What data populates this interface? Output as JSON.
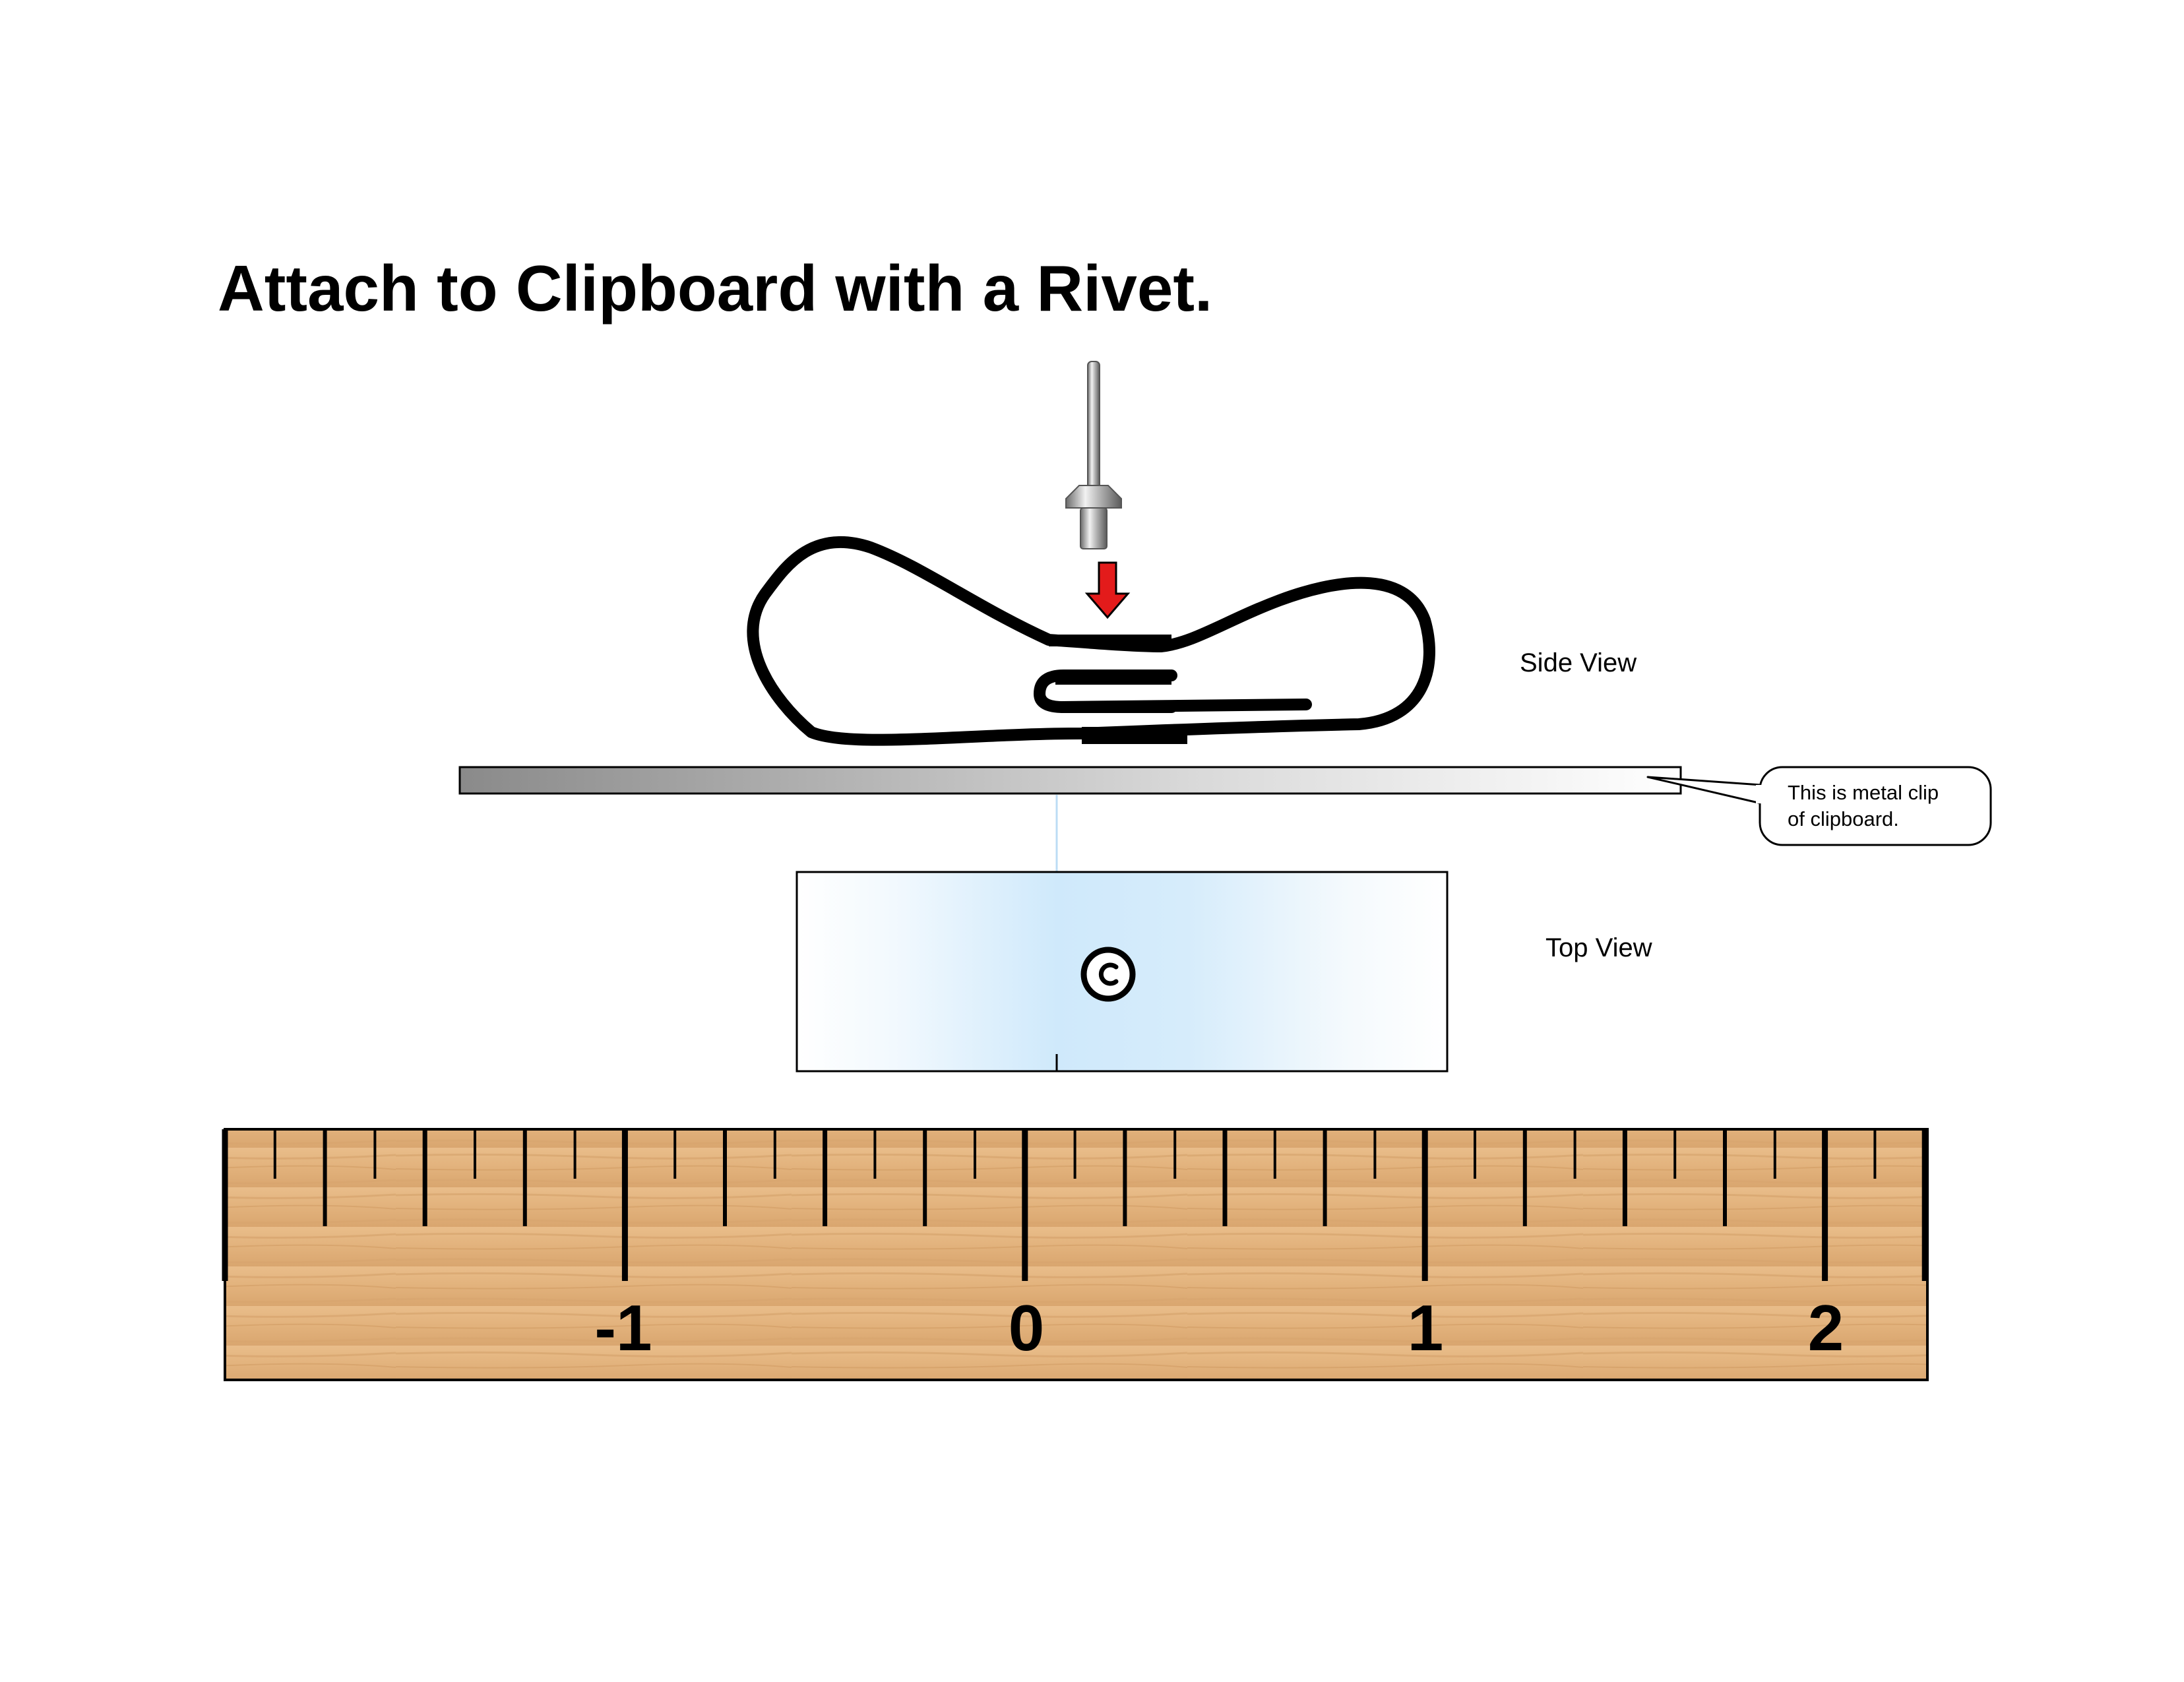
{
  "title": "Attach to Clipboard with a Rivet.",
  "labels": {
    "side_view": "Side View",
    "top_view": "Top View",
    "callout_line1": "This is metal clip",
    "callout_line2": "of clipboard."
  },
  "ruler": {
    "numbers": [
      "-1",
      "0",
      "1",
      "2"
    ]
  },
  "colors": {
    "arrow": "#e31b1b",
    "ruler_wood": "#e2b27c",
    "top_view_fill": "#cfe9fb",
    "clip_outline": "#000000",
    "metal_bar_dark": "#8a8a8a"
  },
  "icons": {
    "rivet": "rivet-icon",
    "arrow": "down-arrow-icon",
    "rivet_hole": "rivet-hole-icon"
  }
}
